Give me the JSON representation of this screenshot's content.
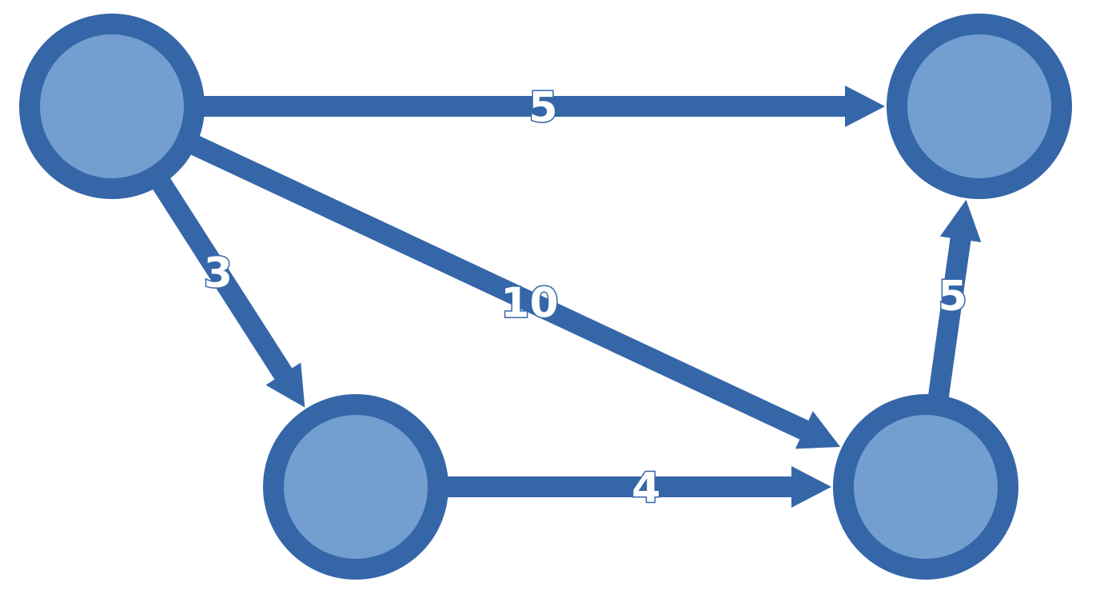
{
  "graph": {
    "type": "directed-weighted",
    "colors": {
      "edge": "#3566a8",
      "node_fill": "#739fd0",
      "node_stroke": "#3566a8",
      "label_fill": "#ffffff"
    },
    "nodes": [
      {
        "id": "top-left",
        "label": ""
      },
      {
        "id": "top-right",
        "label": ""
      },
      {
        "id": "bottom-left",
        "label": ""
      },
      {
        "id": "bottom-right",
        "label": ""
      }
    ],
    "edges": [
      {
        "id": "top-left-to-top-right",
        "from": "top-left",
        "to": "top-right",
        "weight": "5"
      },
      {
        "id": "top-left-to-bottom-right",
        "from": "top-left",
        "to": "bottom-right",
        "weight": "10"
      },
      {
        "id": "top-left-to-bottom-left",
        "from": "top-left",
        "to": "bottom-left",
        "weight": "3"
      },
      {
        "id": "bottom-left-to-bottom-right",
        "from": "bottom-left",
        "to": "bottom-right",
        "weight": "4"
      },
      {
        "id": "bottom-right-to-top-right",
        "from": "bottom-right",
        "to": "top-right",
        "weight": "5"
      }
    ]
  }
}
